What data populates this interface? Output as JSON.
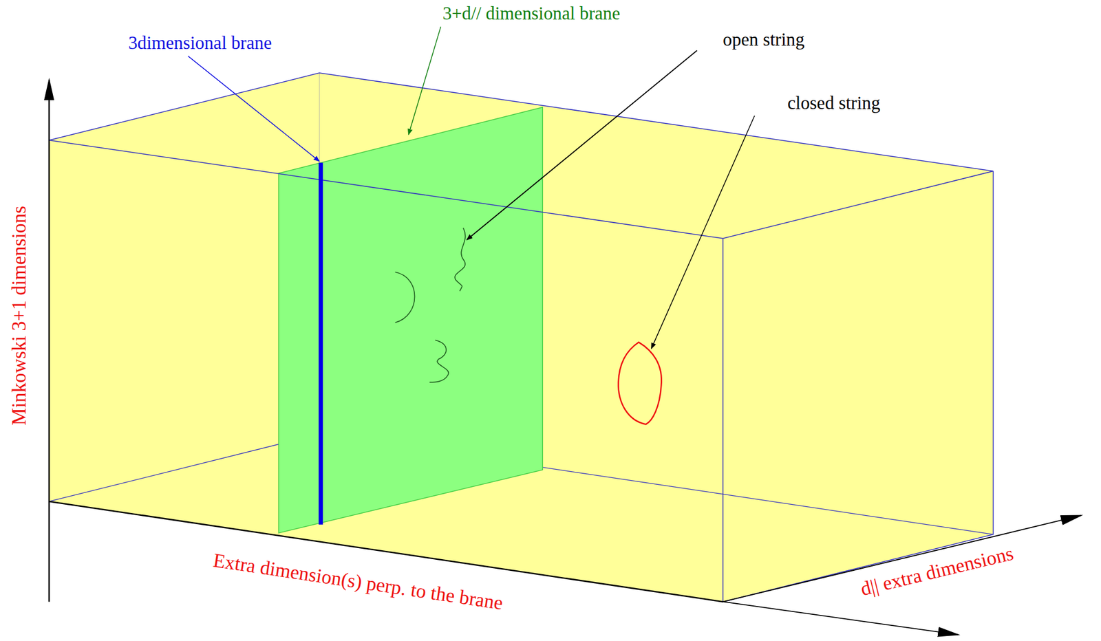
{
  "diagram": {
    "labels": [
      "3dimensional brane",
      "3+d// dimensional brane",
      "open string",
      "closed string",
      "Minkowski 3+1 dimensions",
      "Extra dimension(s) perp. to the brane",
      "d|| extra dimensions"
    ]
  }
}
